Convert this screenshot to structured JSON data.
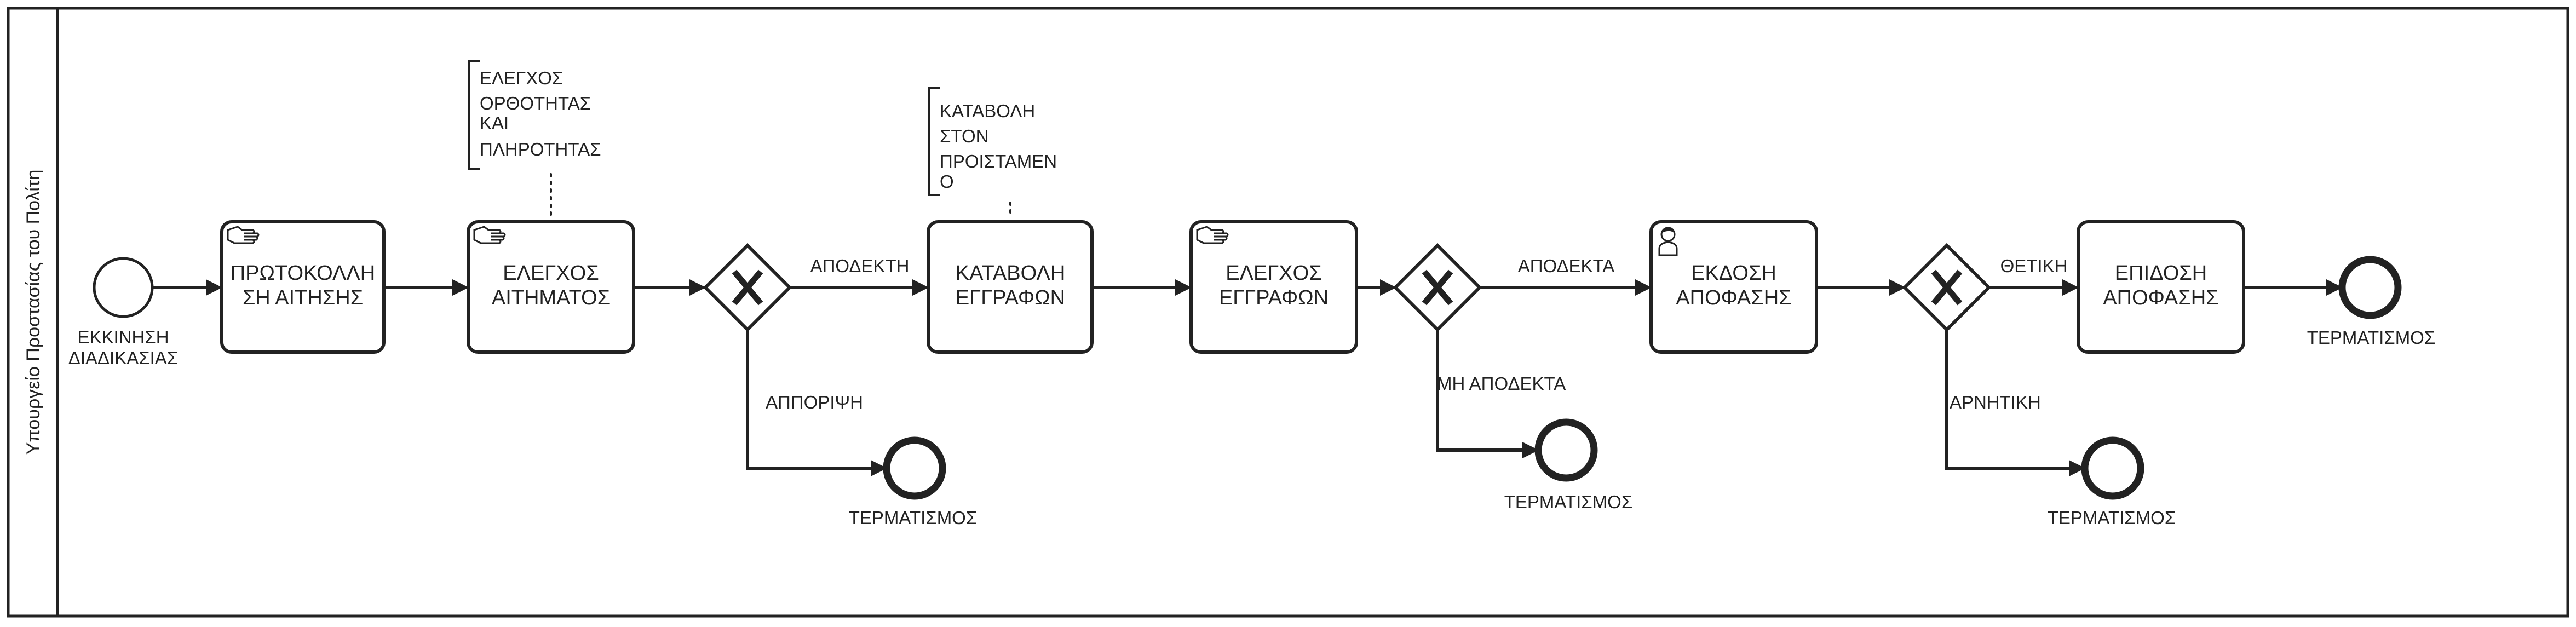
{
  "pool": {
    "lane_label": "Υπουργείο Προστασίας του Πολίτη"
  },
  "events": {
    "start": {
      "label_lines": [
        "ΕΚΚΙΝΗΣΗ",
        "ΔΙΑΔΙΚΑΣΙΑΣ"
      ]
    },
    "end_main": {
      "label": "ΤΕΡΜΑΤΙΣΜΟΣ"
    },
    "end_reject": {
      "label": "ΤΕΡΜΑΤΙΣΜΟΣ"
    },
    "end_not_accepted": {
      "label": "ΤΕΡΜΑΤΙΣΜΟΣ"
    },
    "end_negative": {
      "label": "ΤΕΡΜΑΤΙΣΜΟΣ"
    }
  },
  "tasks": {
    "protocol": {
      "type": "manual",
      "icon": "hand-icon",
      "lines": [
        "ΠΡΩΤΟΚΟΛΛΗ",
        "ΣΗ ΑΙΤΗΣΗΣ"
      ]
    },
    "check_request": {
      "type": "manual",
      "icon": "hand-icon",
      "lines": [
        "ΕΛΕΓΧΟΣ",
        "ΑΙΤΗΜΑΤΟΣ"
      ]
    },
    "submit_docs": {
      "type": "task",
      "lines": [
        "ΚΑΤΑΒΟΛΗ",
        "ΕΓΓΡΑΦΩΝ"
      ]
    },
    "check_docs": {
      "type": "manual",
      "icon": "hand-icon",
      "lines": [
        "ΕΛΕΓΧΟΣ",
        "ΕΓΓΡΑΦΩΝ"
      ]
    },
    "issue_decision": {
      "type": "user",
      "icon": "user-icon",
      "lines": [
        "ΕΚΔΟΣΗ",
        "ΑΠΟΦΑΣΗΣ"
      ]
    },
    "deliver_decision": {
      "type": "task",
      "lines": [
        "ΕΠΙΔΟΣΗ",
        "ΑΠΟΦΑΣΗΣ"
      ]
    }
  },
  "gateways": {
    "g1": {
      "type": "exclusive",
      "icon": "x-icon"
    },
    "g2": {
      "type": "exclusive",
      "icon": "x-icon"
    },
    "g3": {
      "type": "exclusive",
      "icon": "x-icon"
    }
  },
  "flows": {
    "g1_yes": "ΑΠΟΔΕΚΤΗ",
    "g1_no": "ΑΠΠΟΡΙΨΗ",
    "g2_yes": "ΑΠΟΔΕΚΤΑ",
    "g2_no": "ΜΗ ΑΠΟΔΕΚΤΑ",
    "g3_yes": "ΘΕΤΙΚΗ",
    "g3_no": "ΑΡΝΗΤΙΚΗ"
  },
  "annotations": {
    "check_request_note": {
      "lines": [
        "ΕΛΕΓΧΟΣ",
        "ΟΡΘΟΤΗΤΑΣ",
        "ΚΑΙ",
        "ΠΛΗΡΟΤΗΤΑΣ"
      ]
    },
    "submit_docs_note": {
      "lines": [
        "ΚΑΤΑΒΟΛΗ",
        "ΣΤΟΝ",
        "ΠΡΟΙΣΤΑΜΕΝ",
        "Ο"
      ]
    }
  }
}
